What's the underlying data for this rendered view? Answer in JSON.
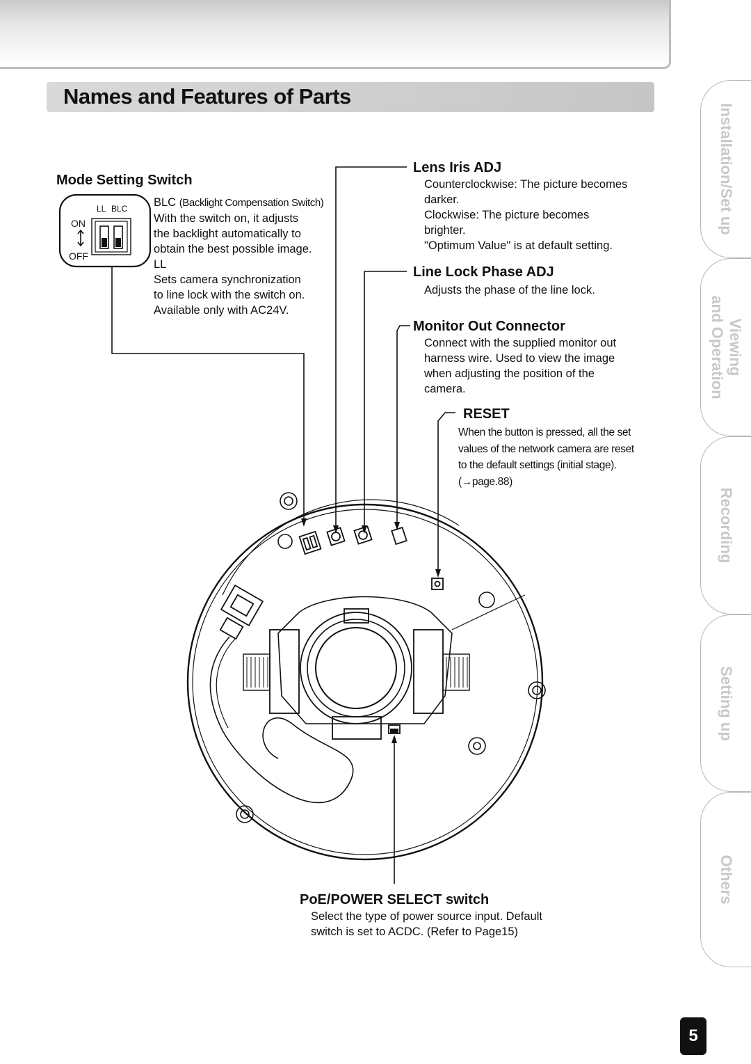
{
  "header": {
    "title": "Names and Features of Parts"
  },
  "mode_setting": {
    "title": "Mode Setting Switch",
    "switch_labels": {
      "ll": "LL",
      "blc": "BLC",
      "on": "ON",
      "off": "OFF"
    },
    "blc_name": "BLC",
    "blc_full": "(Backlight Compensation Switch)",
    "blc_desc": [
      "With the switch on, it adjusts",
      "the backlight automatically to",
      "obtain the best possible image."
    ],
    "ll_name": "LL",
    "ll_desc": [
      "Sets camera synchronization",
      "to line lock with the switch on.",
      "Available only with AC24V."
    ]
  },
  "lens_iris": {
    "title": "Lens Iris ADJ",
    "desc": [
      "Counterclockwise: The picture becomes",
      "darker.",
      "Clockwise: The picture becomes",
      "brighter.",
      "\"Optimum Value\" is at default setting."
    ]
  },
  "line_lock": {
    "title": "Line Lock Phase ADJ",
    "desc": [
      "Adjusts the phase of the line lock."
    ]
  },
  "monitor_out": {
    "title": "Monitor Out Connector",
    "desc": [
      "Connect with the supplied monitor out",
      "harness wire. Used to view the image",
      "when adjusting the position of the",
      "camera."
    ]
  },
  "reset": {
    "title": "RESET",
    "desc": [
      "When the button is pressed, all the set",
      "values of the network camera are reset",
      "to the default settings (initial stage).",
      "(→page.88)"
    ]
  },
  "poe": {
    "title": "PoE/POWER SELECT switch",
    "desc": [
      "Select the type of power source input. Default",
      "switch is set to ACDC. (Refer to Page15)"
    ]
  },
  "side_tabs": [
    {
      "lines": [
        "Installation/Set up"
      ]
    },
    {
      "lines": [
        "Viewing",
        "and Operation"
      ]
    },
    {
      "lines": [
        "Recording"
      ]
    },
    {
      "lines": [
        "Setting up"
      ]
    },
    {
      "lines": [
        "Others"
      ]
    }
  ],
  "page_number": "5",
  "colors": {
    "tab_text": "#c8c8c8",
    "title_bar": "#cfcfcf",
    "page_box": "#111111"
  }
}
